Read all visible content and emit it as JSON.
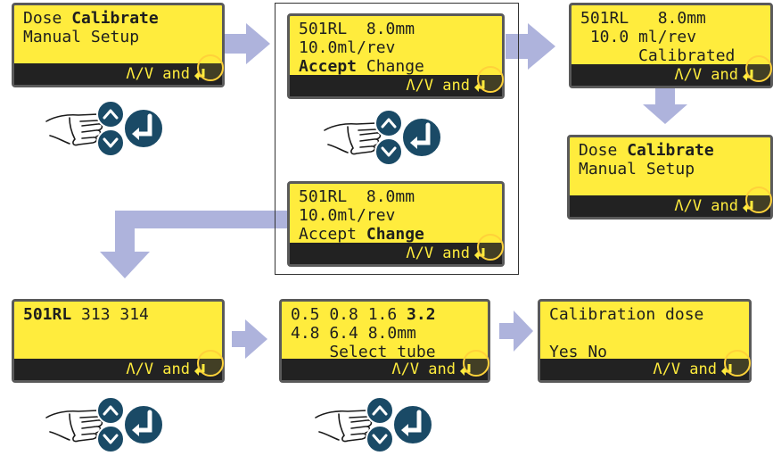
{
  "colors": {
    "lcd_bg": "#ffec3d",
    "lcd_bar": "#222222",
    "lcd_border": "#5a5a5a",
    "arrow": "#aeb3dc",
    "key": "#1a4a66"
  },
  "nav_hint": "Λ/V and",
  "screens": {
    "dose_calibrate_start": {
      "lines": [
        [
          {
            "t": "Dose "
          },
          {
            "t": "Calibrate",
            "b": true
          }
        ],
        [
          {
            "t": "Manual Setup"
          }
        ],
        [
          {
            "t": ""
          }
        ]
      ]
    },
    "accept_selected": {
      "lines": [
        [
          {
            "t": "501RL  8.0mm"
          }
        ],
        [
          {
            "t": "10.0ml/rev"
          }
        ],
        [
          {
            "t": "Accept",
            "b": true
          },
          {
            "t": " Change"
          }
        ]
      ]
    },
    "calibrated": {
      "lines": [
        [
          {
            "t": "501RL   8.0mm"
          }
        ],
        [
          {
            "t": " 10.0 ml/rev"
          }
        ],
        [
          {
            "t": "      Calibrated"
          }
        ]
      ]
    },
    "dose_calibrate_end": {
      "lines": [
        [
          {
            "t": "Dose "
          },
          {
            "t": "Calibrate",
            "b": true
          }
        ],
        [
          {
            "t": "Manual Setup"
          }
        ],
        [
          {
            "t": ""
          }
        ]
      ]
    },
    "change_selected": {
      "lines": [
        [
          {
            "t": "501RL  8.0mm"
          }
        ],
        [
          {
            "t": "10.0ml/rev"
          }
        ],
        [
          {
            "t": "Accept "
          },
          {
            "t": "Change",
            "b": true
          }
        ]
      ]
    },
    "pumphead_select": {
      "lines": [
        [
          {
            "t": "501RL",
            "b": true
          },
          {
            "t": " 313 314"
          }
        ],
        [
          {
            "t": ""
          }
        ],
        [
          {
            "t": ""
          }
        ]
      ]
    },
    "tube_select": {
      "lines": [
        [
          {
            "t": "0.5 0.8 1.6 "
          },
          {
            "t": "3.2",
            "b": true
          }
        ],
        [
          {
            "t": "4.8 6.4 8.0mm"
          }
        ],
        [
          {
            "t": "    Select tube"
          }
        ]
      ]
    },
    "calibration_dose": {
      "lines": [
        [
          {
            "t": "Calibration dose"
          }
        ],
        [
          {
            "t": ""
          }
        ],
        [
          {
            "t": "Yes No"
          }
        ]
      ]
    }
  },
  "keypad_icons": [
    "hand-pointer-icon",
    "up-arrow-key-icon",
    "down-arrow-key-icon",
    "enter-key-icon"
  ]
}
